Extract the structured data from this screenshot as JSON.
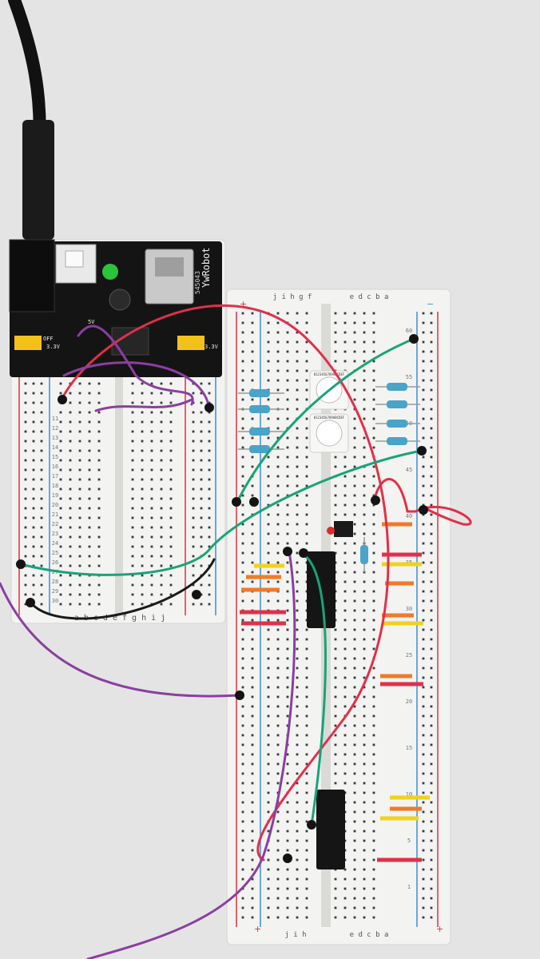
{
  "scene": {
    "background_color": "#e4e4e4",
    "board_color": "#f3f3f1",
    "rail_red": "#d8343a",
    "rail_blue": "#3a8fd1",
    "hole_color": "#3a3a3a"
  },
  "power_module": {
    "brand_text": "YwRobot",
    "model_text": "545043",
    "label_off": "OFF",
    "label_33v": "3.3V",
    "label_5v": "5V",
    "pcb_color": "#141414",
    "jumper_color": "#f2c21b",
    "led_color": "#29c43a"
  },
  "breadboard_small": {
    "column_letters_bottom": "a b c d e   f g h i j",
    "row_numbers": [
      "11",
      "12",
      "13",
      "14",
      "15",
      "16",
      "17",
      "18",
      "19",
      "20",
      "21",
      "22",
      "23",
      "24",
      "25",
      "26",
      "27",
      "28",
      "29",
      "30"
    ]
  },
  "breadboard_main": {
    "column_letters_top_left": "j i h g f",
    "column_letters_top_right": "e d c b a",
    "column_letters_bottom_left": "j i h",
    "column_letters_bottom_right": "e d c b a",
    "row_markers": [
      "60",
      "55",
      "50",
      "45",
      "40",
      "35",
      "30",
      "25",
      "20",
      "15",
      "10",
      "5",
      "1"
    ],
    "rail_plus": "+",
    "rail_minus": "−"
  },
  "rotary_switches": {
    "switch_top_digits": "0123456789ABCDEF",
    "switch_bottom_digits": "0123456789ABCDEF"
  },
  "wires": {
    "red": "#e0304a",
    "green": "#1aa37a",
    "purple": "#8a3fa0",
    "black": "#1a1a1a",
    "yellow": "#f0d21e",
    "orange": "#f07a28"
  }
}
